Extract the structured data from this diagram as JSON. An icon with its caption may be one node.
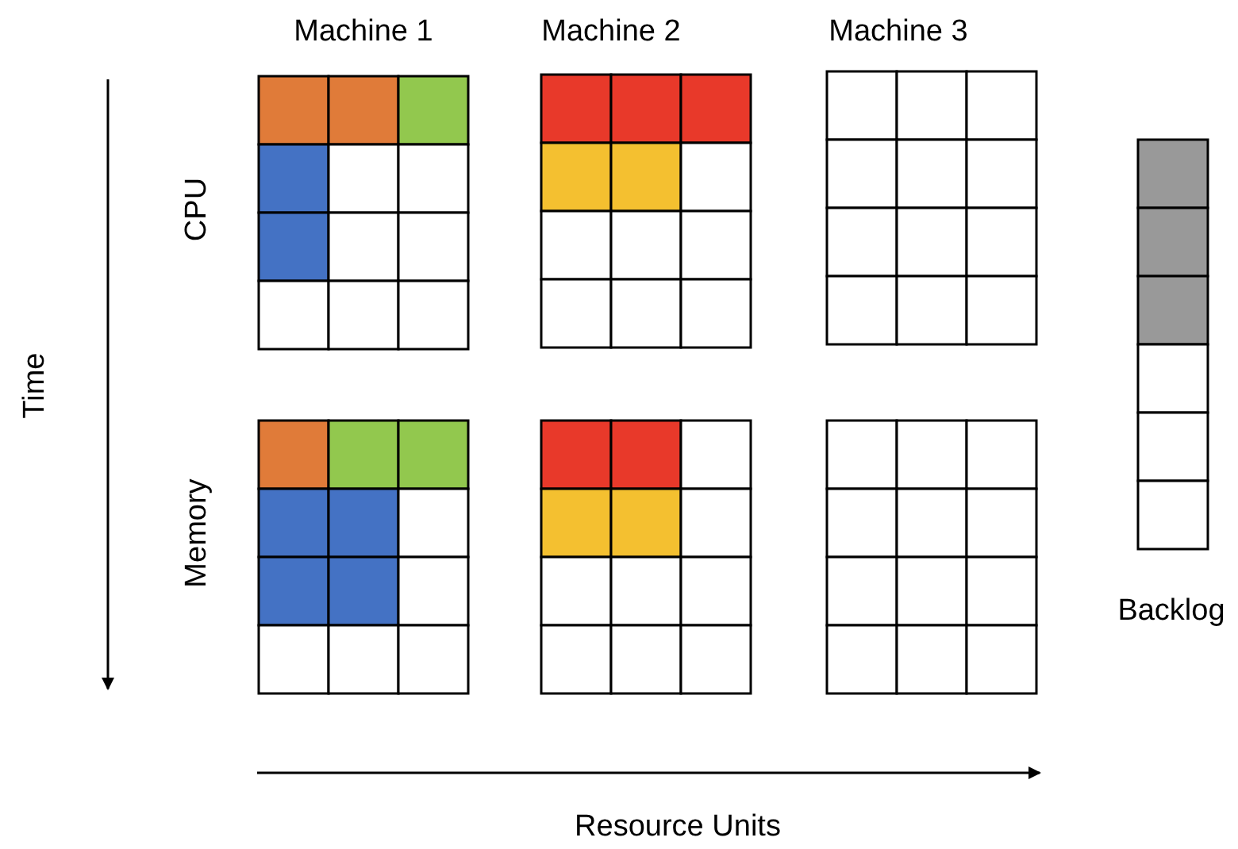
{
  "diagram": {
    "labels": [
      "Machine 1",
      "Machine 2",
      "Machine 3",
      "CPU",
      "Time",
      "Memory",
      "Backlog",
      "Resource Units"
    ]
  }
}
